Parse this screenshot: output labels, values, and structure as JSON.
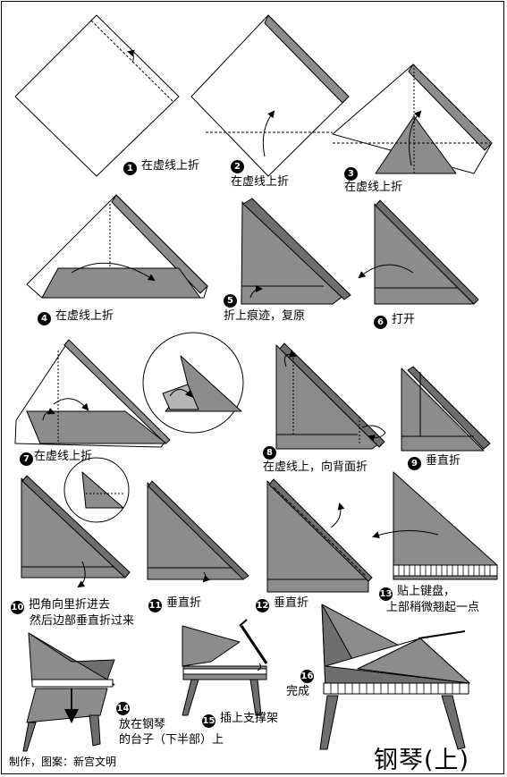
{
  "steps": [
    {
      "n": "1",
      "text": "在虚线上折"
    },
    {
      "n": "2",
      "text": "在虚线上折"
    },
    {
      "n": "3",
      "text": "在虚线上折"
    },
    {
      "n": "4",
      "text": "在虚线上折"
    },
    {
      "n": "5",
      "text": "折上痕迹，复原"
    },
    {
      "n": "6",
      "text": "打开"
    },
    {
      "n": "7",
      "text": "在虚线上折"
    },
    {
      "n": "8",
      "text": "在虚线上，向背面折"
    },
    {
      "n": "9",
      "text": "垂直折"
    },
    {
      "n": "10",
      "text": "把角向里折进去",
      "text2": "然后边部垂直折过来"
    },
    {
      "n": "11",
      "text": "垂直折"
    },
    {
      "n": "12",
      "text": "垂直折"
    },
    {
      "n": "13",
      "text": "贴上键盘，",
      "text2": "上部稍微翘起一点"
    },
    {
      "n": "14",
      "text": "放在钢琴",
      "text2": "的台子（下半部）上"
    },
    {
      "n": "15",
      "text": "插上支撑架"
    },
    {
      "n": "16",
      "text": "完成"
    }
  ],
  "credit": "制作，图案：新宫文明",
  "title": "钢琴(上)",
  "colors": {
    "paper_gray": "#8c8c8c",
    "dark_gray": "#6e6e6e",
    "light_gray": "#b5b5b5",
    "line": "#000000"
  }
}
